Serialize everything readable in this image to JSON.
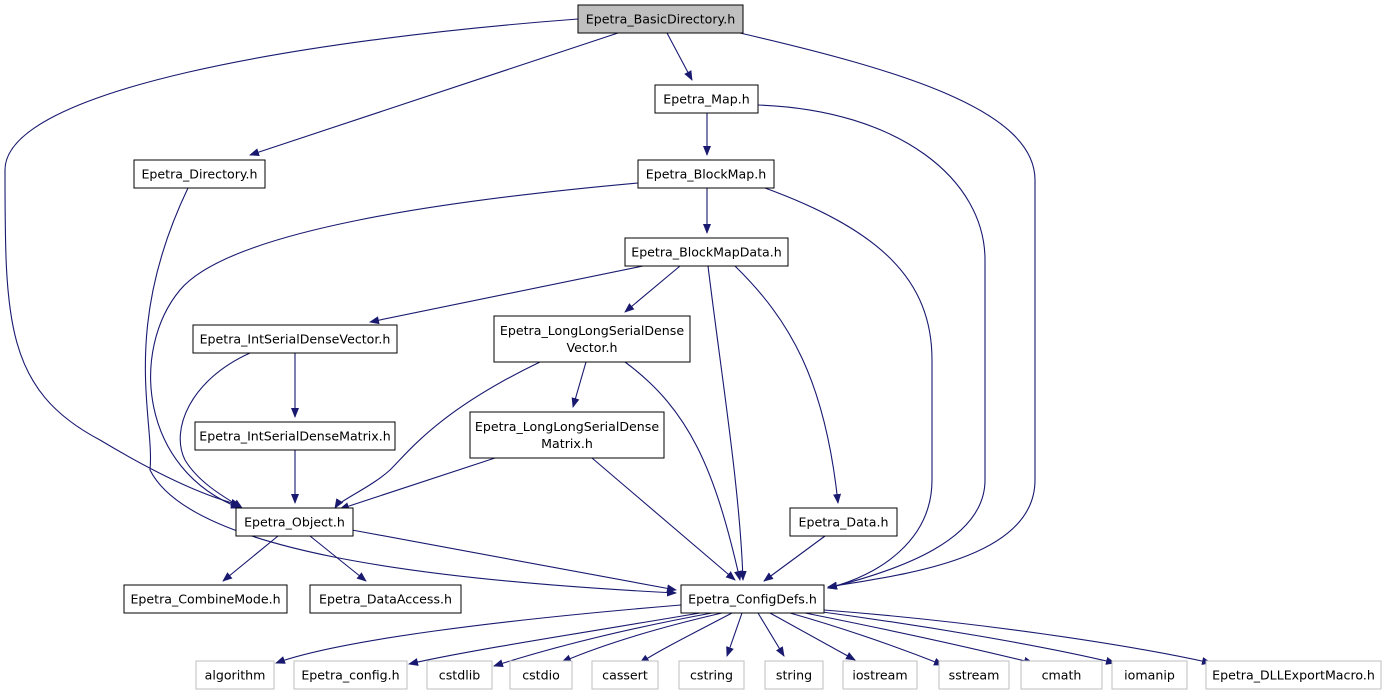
{
  "graph": {
    "nodes": [
      {
        "id": "basicdir",
        "lines": [
          "Epetra_BasicDirectory.h"
        ],
        "style": "root"
      },
      {
        "id": "map",
        "lines": [
          "Epetra_Map.h"
        ],
        "style": "normal"
      },
      {
        "id": "directory",
        "lines": [
          "Epetra_Directory.h"
        ],
        "style": "normal"
      },
      {
        "id": "blockmap",
        "lines": [
          "Epetra_BlockMap.h"
        ],
        "style": "normal"
      },
      {
        "id": "blockmapdata",
        "lines": [
          "Epetra_BlockMapData.h"
        ],
        "style": "normal"
      },
      {
        "id": "intvec",
        "lines": [
          "Epetra_IntSerialDenseVector.h"
        ],
        "style": "normal"
      },
      {
        "id": "llvec",
        "lines": [
          "Epetra_LongLongSerialDense",
          "Vector.h"
        ],
        "style": "normal"
      },
      {
        "id": "intmat",
        "lines": [
          "Epetra_IntSerialDenseMatrix.h"
        ],
        "style": "normal"
      },
      {
        "id": "llmat",
        "lines": [
          "Epetra_LongLongSerialDense",
          "Matrix.h"
        ],
        "style": "normal"
      },
      {
        "id": "object",
        "lines": [
          "Epetra_Object.h"
        ],
        "style": "normal"
      },
      {
        "id": "data",
        "lines": [
          "Epetra_Data.h"
        ],
        "style": "normal"
      },
      {
        "id": "combinemode",
        "lines": [
          "Epetra_CombineMode.h"
        ],
        "style": "normal"
      },
      {
        "id": "dataaccess",
        "lines": [
          "Epetra_DataAccess.h"
        ],
        "style": "normal"
      },
      {
        "id": "configdefs",
        "lines": [
          "Epetra_ConfigDefs.h"
        ],
        "style": "normal"
      },
      {
        "id": "algorithm",
        "lines": [
          "algorithm"
        ],
        "style": "external"
      },
      {
        "id": "config",
        "lines": [
          "Epetra_config.h"
        ],
        "style": "external"
      },
      {
        "id": "cstdlib",
        "lines": [
          "cstdlib"
        ],
        "style": "external"
      },
      {
        "id": "cstdio",
        "lines": [
          "cstdio"
        ],
        "style": "external"
      },
      {
        "id": "cassert",
        "lines": [
          "cassert"
        ],
        "style": "external"
      },
      {
        "id": "cstring",
        "lines": [
          "cstring"
        ],
        "style": "external"
      },
      {
        "id": "string",
        "lines": [
          "string"
        ],
        "style": "external"
      },
      {
        "id": "iostream",
        "lines": [
          "iostream"
        ],
        "style": "external"
      },
      {
        "id": "sstream",
        "lines": [
          "sstream"
        ],
        "style": "external"
      },
      {
        "id": "cmath",
        "lines": [
          "cmath"
        ],
        "style": "external"
      },
      {
        "id": "iomanip",
        "lines": [
          "iomanip"
        ],
        "style": "external"
      },
      {
        "id": "dllexport",
        "lines": [
          "Epetra_DLLExportMacro.h"
        ],
        "style": "external"
      }
    ],
    "edges": [
      {
        "from": "basicdir",
        "to": "map"
      },
      {
        "from": "basicdir",
        "to": "directory"
      },
      {
        "from": "basicdir",
        "to": "object"
      },
      {
        "from": "basicdir",
        "to": "configdefs"
      },
      {
        "from": "map",
        "to": "blockmap"
      },
      {
        "from": "map",
        "to": "configdefs"
      },
      {
        "from": "blockmap",
        "to": "blockmapdata"
      },
      {
        "from": "blockmap",
        "to": "object"
      },
      {
        "from": "blockmap",
        "to": "configdefs"
      },
      {
        "from": "directory",
        "to": "configdefs"
      },
      {
        "from": "blockmapdata",
        "to": "intvec"
      },
      {
        "from": "blockmapdata",
        "to": "llvec"
      },
      {
        "from": "blockmapdata",
        "to": "data"
      },
      {
        "from": "blockmapdata",
        "to": "configdefs"
      },
      {
        "from": "intvec",
        "to": "intmat"
      },
      {
        "from": "intvec",
        "to": "object"
      },
      {
        "from": "llvec",
        "to": "llmat"
      },
      {
        "from": "llvec",
        "to": "object"
      },
      {
        "from": "llvec",
        "to": "configdefs"
      },
      {
        "from": "intmat",
        "to": "object"
      },
      {
        "from": "llmat",
        "to": "object"
      },
      {
        "from": "llmat",
        "to": "configdefs"
      },
      {
        "from": "object",
        "to": "combinemode"
      },
      {
        "from": "object",
        "to": "dataaccess"
      },
      {
        "from": "object",
        "to": "configdefs"
      },
      {
        "from": "data",
        "to": "configdefs"
      },
      {
        "from": "configdefs",
        "to": "algorithm"
      },
      {
        "from": "configdefs",
        "to": "config"
      },
      {
        "from": "configdefs",
        "to": "cstdlib"
      },
      {
        "from": "configdefs",
        "to": "cstdio"
      },
      {
        "from": "configdefs",
        "to": "cassert"
      },
      {
        "from": "configdefs",
        "to": "cstring"
      },
      {
        "from": "configdefs",
        "to": "string"
      },
      {
        "from": "configdefs",
        "to": "iostream"
      },
      {
        "from": "configdefs",
        "to": "sstream"
      },
      {
        "from": "configdefs",
        "to": "cmath"
      },
      {
        "from": "configdefs",
        "to": "iomanip"
      },
      {
        "from": "configdefs",
        "to": "dllexport"
      }
    ],
    "colors": {
      "edge": "#191970",
      "root_fill": "#bfbfbf",
      "node_border": "#000000",
      "external_border": "#bfbfbf",
      "external_text": "#000000"
    }
  }
}
